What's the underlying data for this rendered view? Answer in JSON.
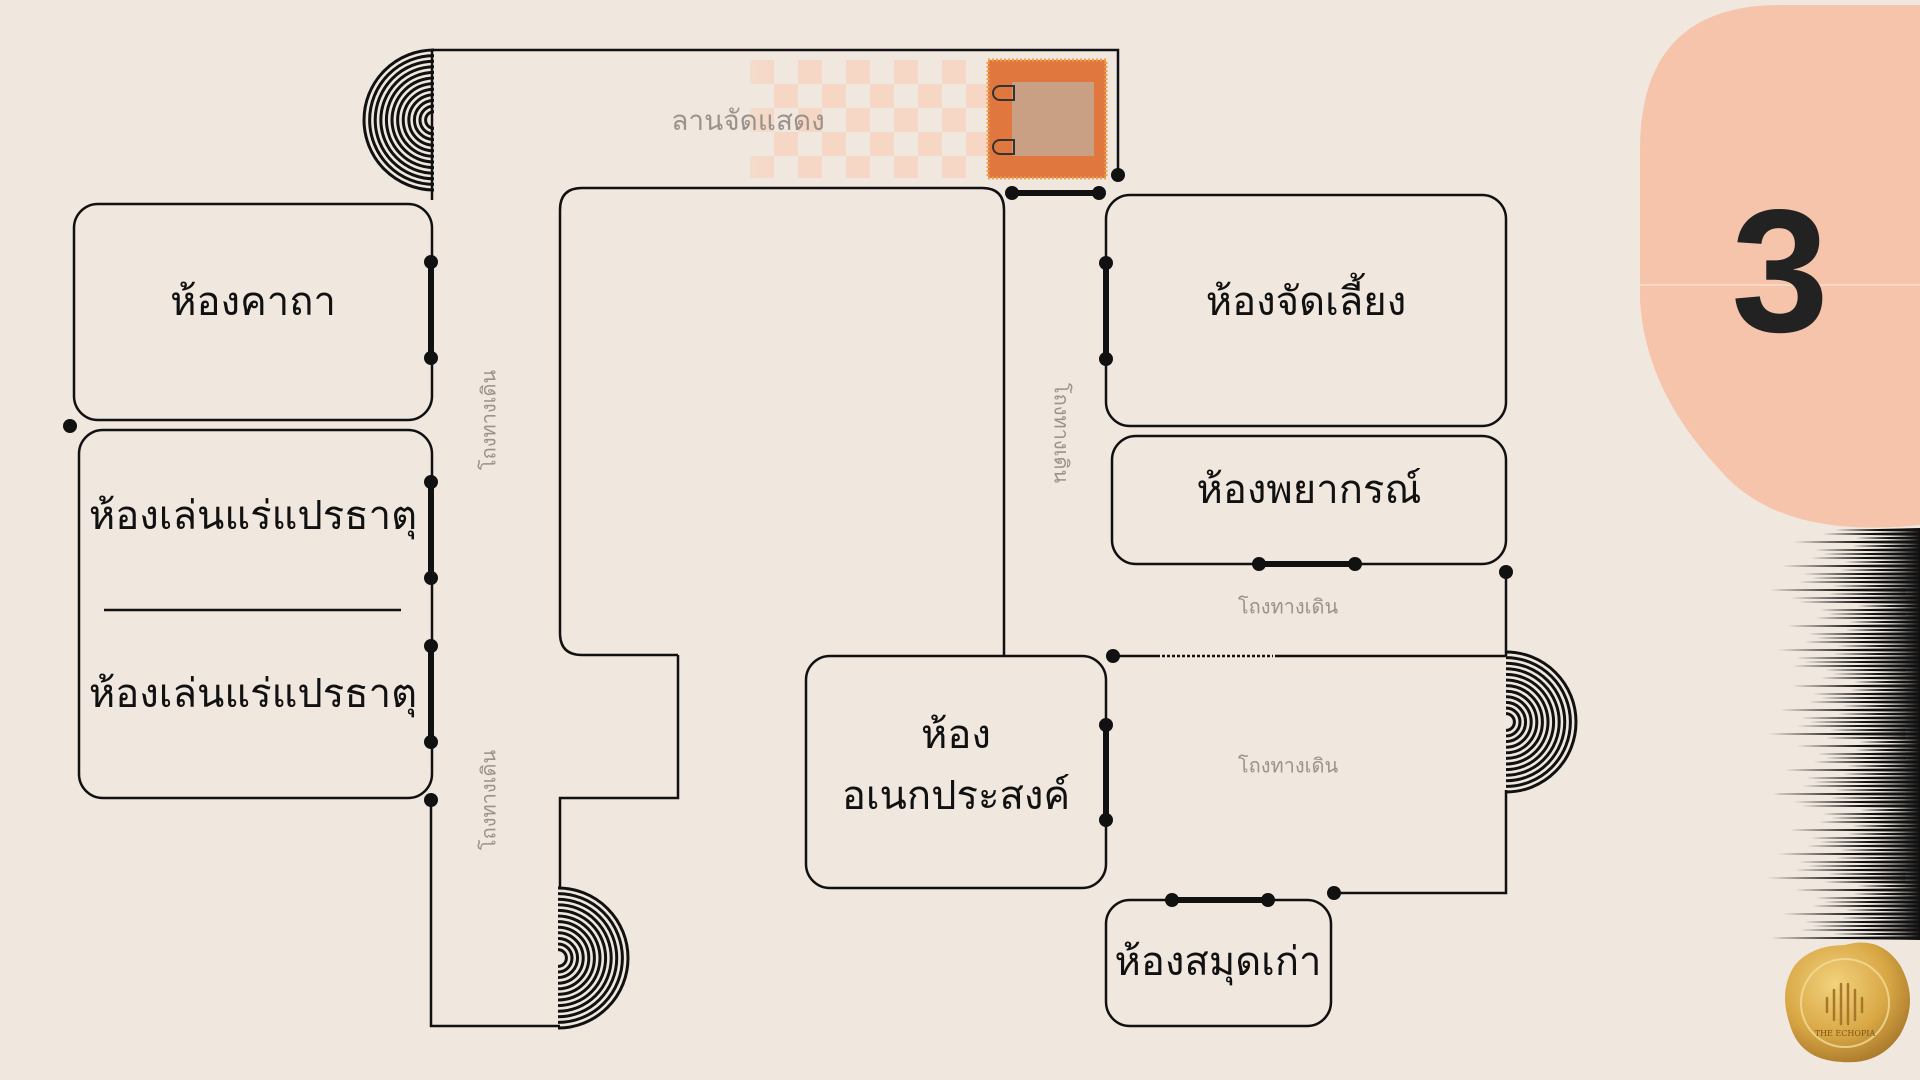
{
  "page_number": "3",
  "stage_label": "ลานจัดแสดง",
  "rooms": {
    "katha": "ห้องคาถา",
    "mineral_1": "ห้องเล่นแร่แปรธาตุ",
    "mineral_2": "ห้องเล่นแร่แปรธาตุ",
    "banquet": "ห้องจัดเลี้ยง",
    "prophecy": "ห้องพยากรณ์",
    "multipurpose_line1": "ห้อง",
    "multipurpose_line2": "อเนกประสงค์",
    "old_library": "ห้องสมุดเก่า"
  },
  "corridors": {
    "left_upper": "โถงทางเดิน",
    "left_lower": "โถงทางเดิน",
    "middle": "โถงทางเดิน",
    "right_upper": "โถงทางเดิน",
    "right_lower": "โถงทางเดิน"
  },
  "logo_text": "THE ECHOPIA",
  "colors": {
    "background": "#f0e7df",
    "peach_blob": "#f5c4aa",
    "stage_orange": "#e0773f",
    "checker": "#f6d7c6",
    "ink": "#111111"
  }
}
